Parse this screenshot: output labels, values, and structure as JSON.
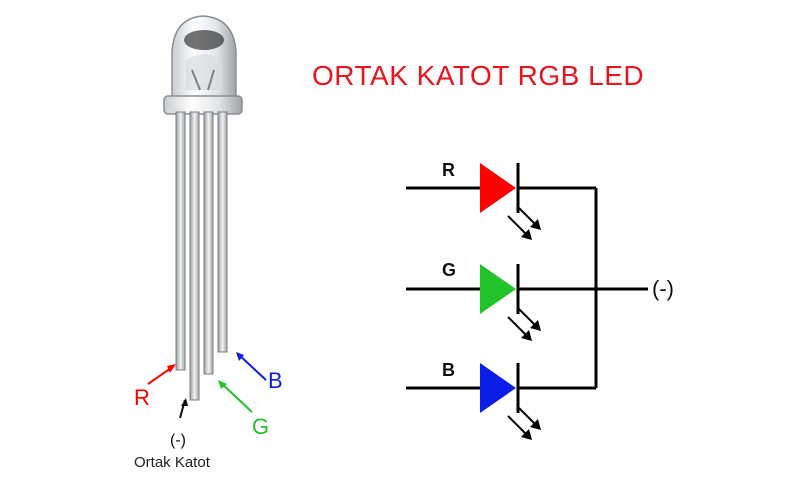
{
  "title": "ORTAK KATOT RGB LED",
  "colors": {
    "title": "#e8141e",
    "red": "#ff0000",
    "green": "#22c22a",
    "blue": "#0b1ee8",
    "wire": "#000000"
  },
  "photo_labels": {
    "r": "R",
    "g": "G",
    "b": "B",
    "minus": "(-)",
    "common": "Ortak Katot"
  },
  "schematic": {
    "rows": [
      {
        "label": "R",
        "color_key": "red"
      },
      {
        "label": "G",
        "color_key": "green"
      },
      {
        "label": "B",
        "color_key": "blue"
      }
    ],
    "output_label": "(-)"
  },
  "icons": [
    "rgb-led-photo",
    "diode-triangle-icon",
    "light-emission-arrows-icon"
  ]
}
